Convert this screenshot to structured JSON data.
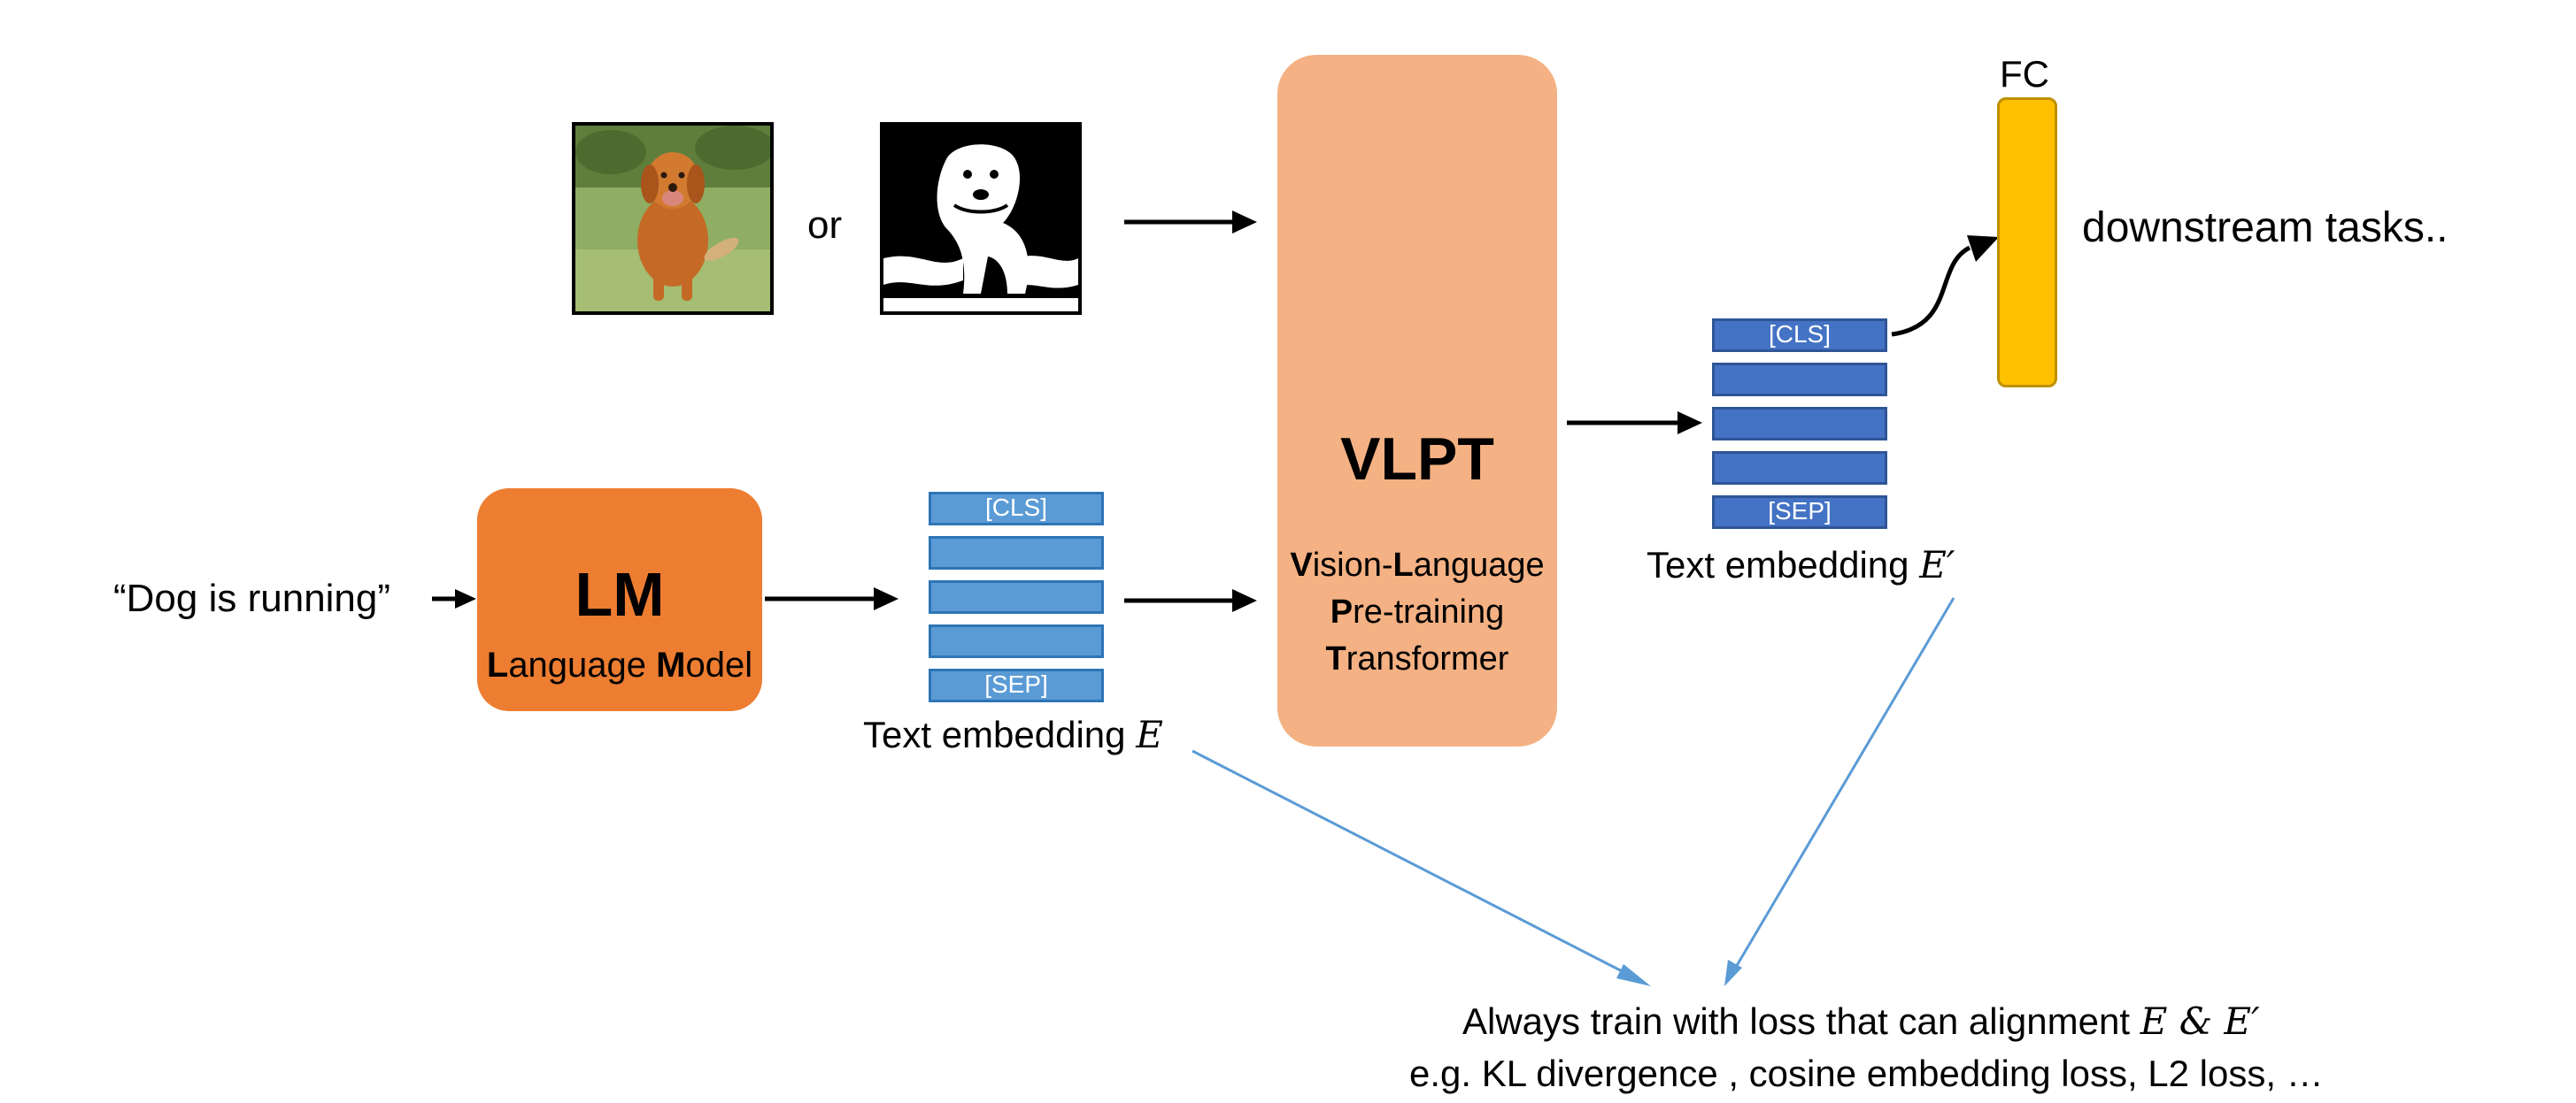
{
  "input_text": "“Dog is running”",
  "or_label": "or",
  "lm": {
    "title": "LM",
    "sub_bold_1": "L",
    "sub_rest_1": "anguage ",
    "sub_bold_2": "M",
    "sub_rest_2": "odel"
  },
  "vlpt": {
    "title": "VLPT",
    "line1_bold_1": "V",
    "line1_rest_1": "ision-",
    "line1_bold_2": "L",
    "line1_rest_2": "anguage",
    "line2_bold": "P",
    "line2_rest": "re-training",
    "line3_bold": "T",
    "line3_rest": "ransformer"
  },
  "embedding_left": {
    "tokens": [
      "[CLS]",
      "",
      "",
      "",
      "[SEP]"
    ],
    "caption": "Text embedding ",
    "symbol": "E"
  },
  "embedding_right": {
    "tokens": [
      "[CLS]",
      "",
      "",
      "",
      "[SEP]"
    ],
    "caption": "Text embedding ",
    "symbol": "E′"
  },
  "fc_label": "FC",
  "downstream_label": "downstream tasks..",
  "loss": {
    "line1_prefix": "Always train with loss that can alignment ",
    "line1_math": "E & E′",
    "line2": "e.g. KL divergence , cosine embedding loss, L2 loss, …"
  },
  "colors": {
    "lm_box": "#ed7d31",
    "vlpt_box": "#f4b183",
    "embedding_left": "#5b9bd5",
    "embedding_right": "#4472c4",
    "fc_bar": "#ffc000",
    "loss_arrow": "#5b9bd5",
    "arrow": "#000000"
  },
  "images": [
    "dog-photo",
    "dog-binary-image"
  ]
}
